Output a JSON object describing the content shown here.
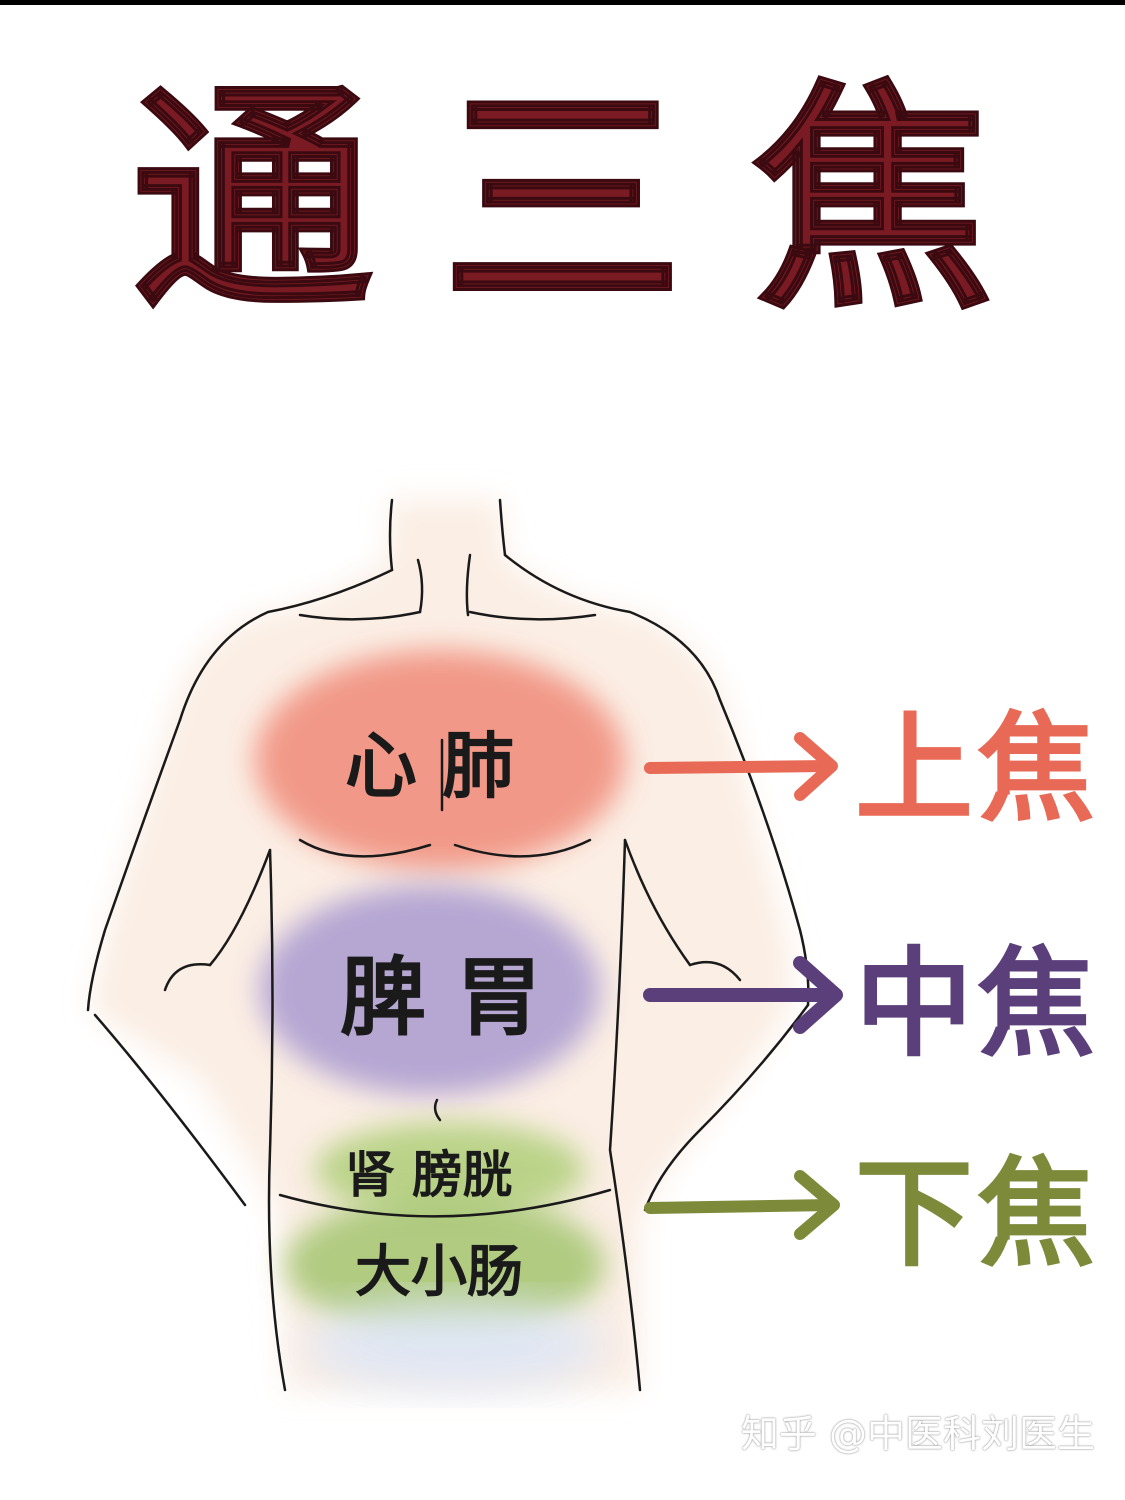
{
  "title": "通三焦",
  "colors": {
    "title": "#7a1a22",
    "upper": "#e86a56",
    "middle": "#5b3f7a",
    "lower": "#7d8a3a",
    "upper_blob": "#f08a78",
    "middle_blob": "#a99ad0",
    "lower_blob": "#a9c877",
    "skin": "#fbeee4",
    "outline": "#1a1a1a"
  },
  "regions": [
    {
      "organs": "心 肺",
      "jiao": "上焦",
      "color": "#e86a56",
      "arrow_color": "#e86a56"
    },
    {
      "organs": "脾 胃",
      "jiao": "中焦",
      "color": "#5b3f7a",
      "arrow_color": "#5b3f7a"
    },
    {
      "organs": "肾 膀胱",
      "organs2": "大小肠",
      "jiao": "下焦",
      "color": "#7d8a3a",
      "arrow_color": "#7d8a3a"
    }
  ],
  "watermark": "知乎 @中医科刘医生"
}
